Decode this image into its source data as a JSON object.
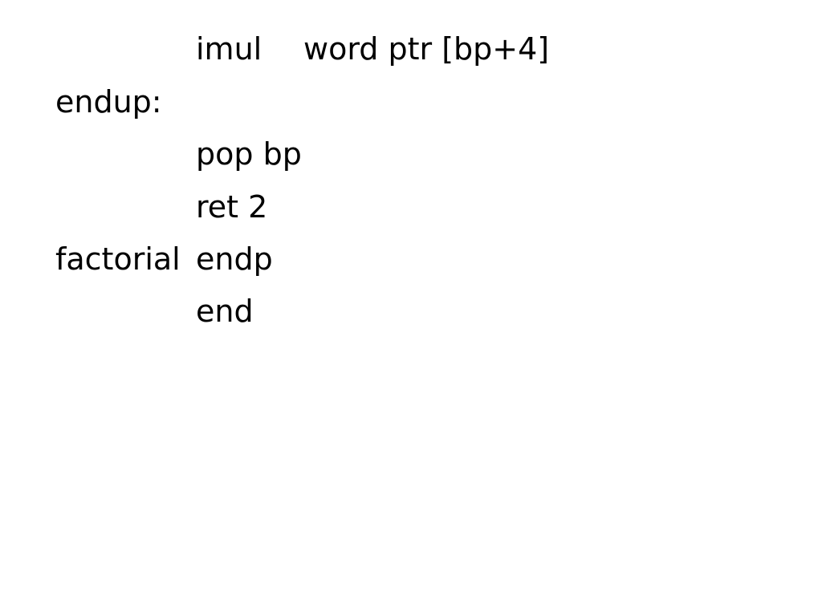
{
  "lines": [
    {
      "label": "",
      "instruction": "imul",
      "operand": "word ptr [bp+4]"
    },
    {
      "label": "endup:",
      "instruction": "",
      "operand": ""
    },
    {
      "label": "",
      "instruction": "pop bp",
      "operand": ""
    },
    {
      "label": "",
      "instruction": "ret 2",
      "operand": ""
    },
    {
      "label": "factorial",
      "instruction": "endp",
      "operand": ""
    },
    {
      "label": "",
      "instruction": "end",
      "operand": ""
    }
  ]
}
